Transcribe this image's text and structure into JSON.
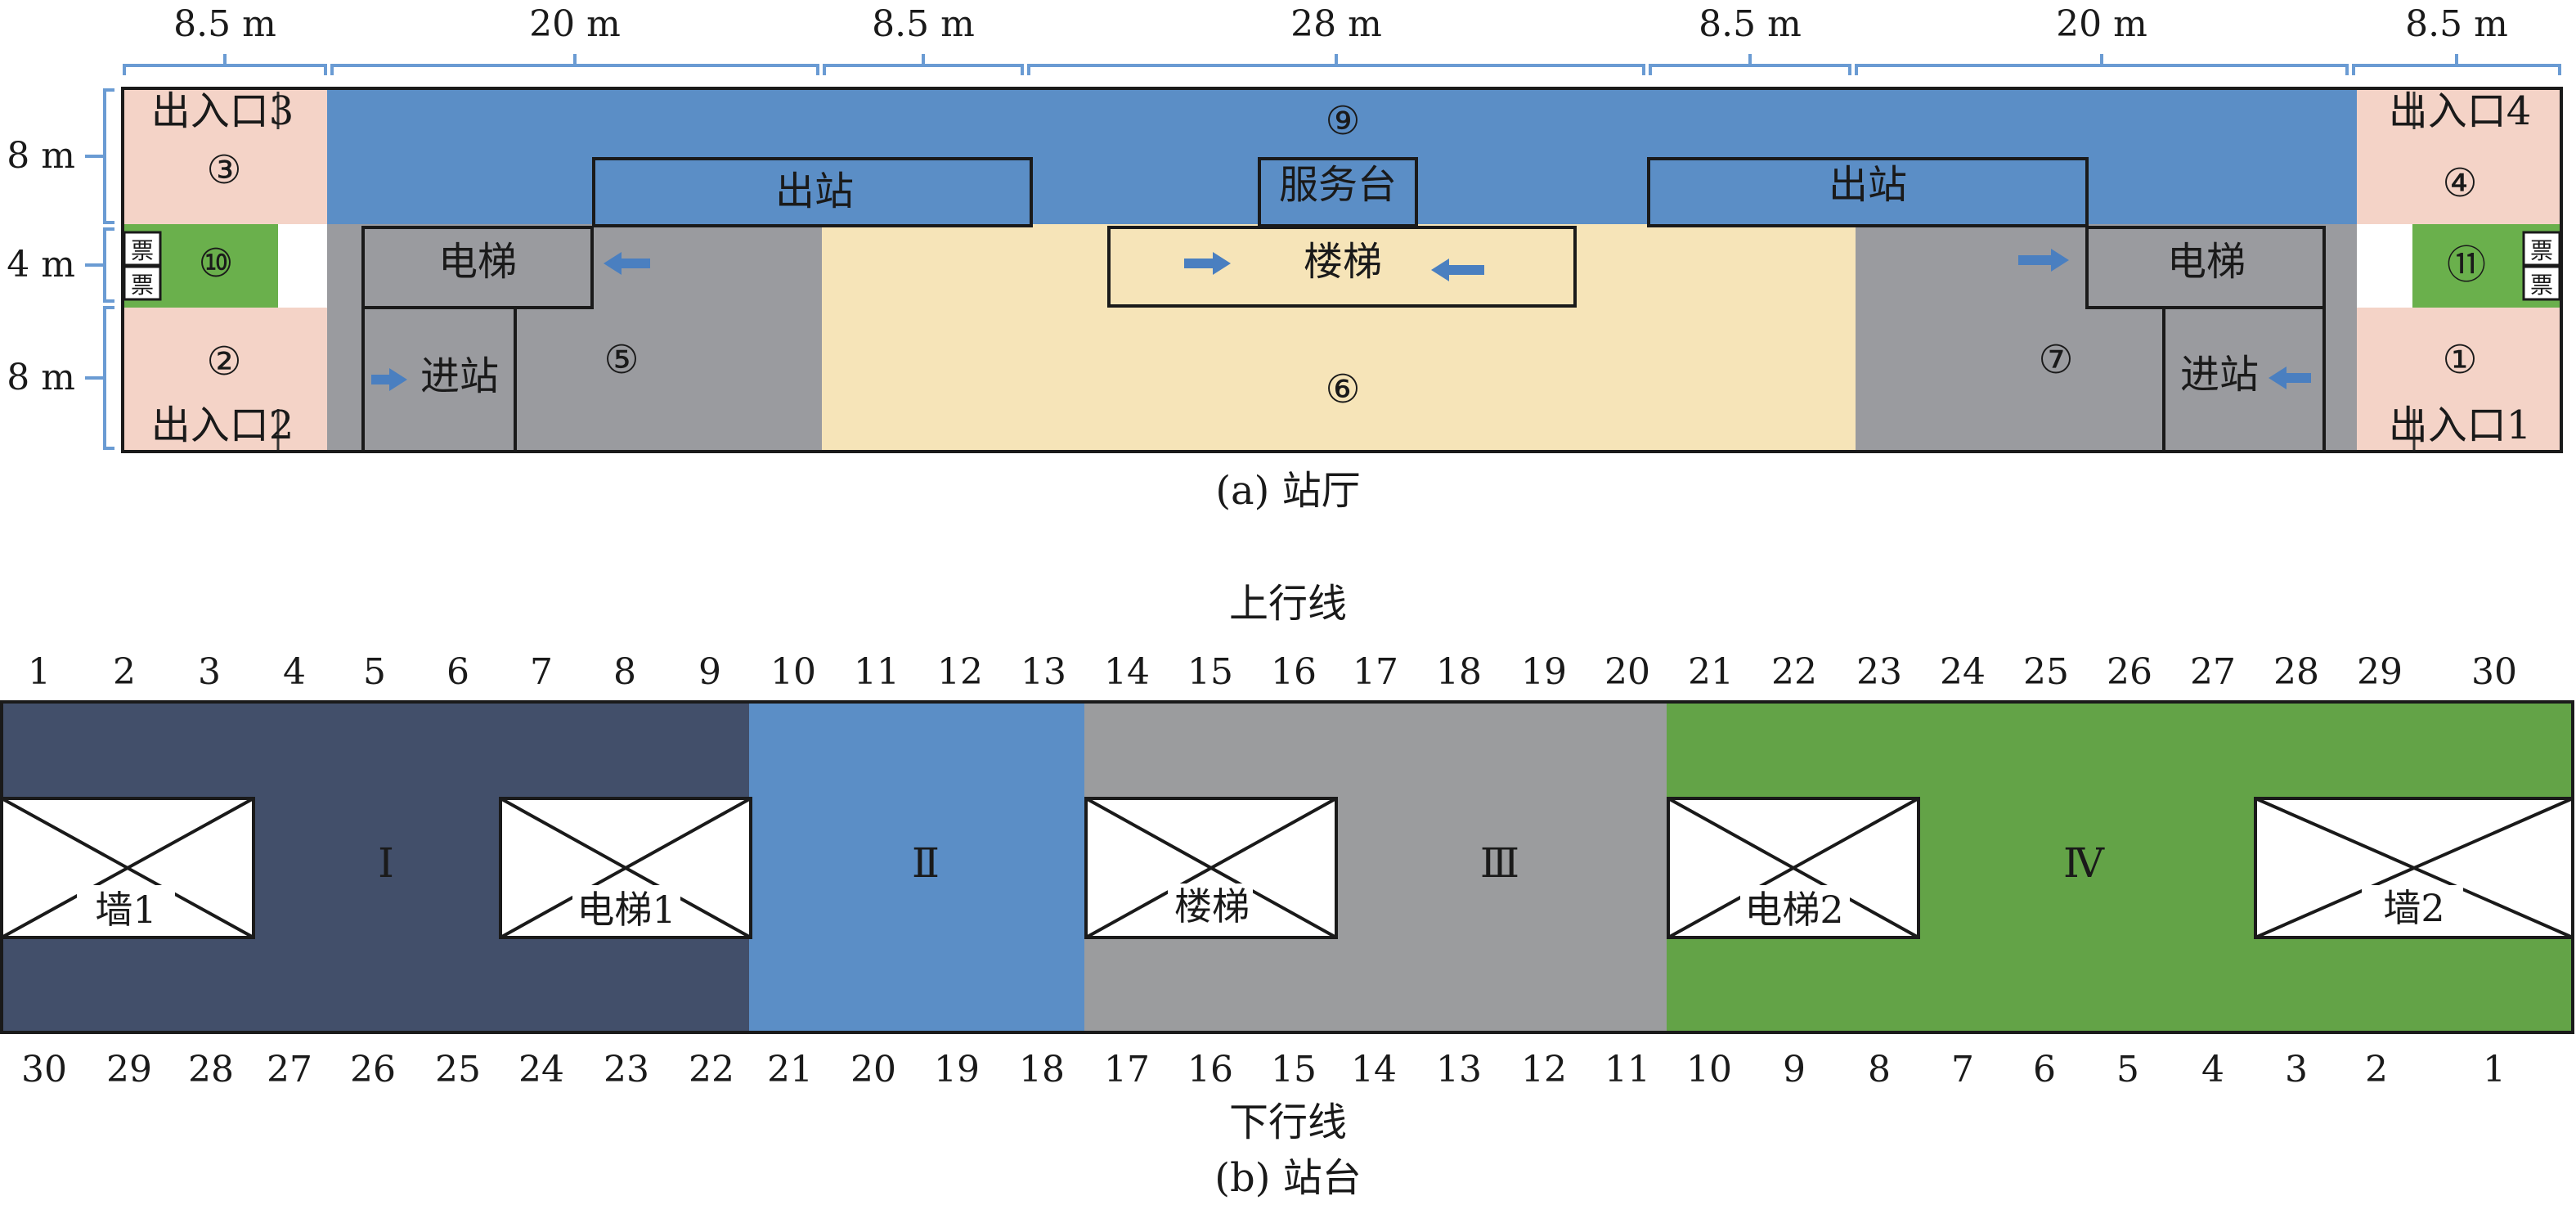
{
  "colors": {
    "entrance": "#f4d3c7",
    "ticket_green": "#6ab04c",
    "corridor_blue": "#5b8ec6",
    "concourse_gray": "#9a9b9f",
    "stair_cream": "#f6e4b8",
    "dim_blue": "#6a9bd3",
    "platform_zone1": "#424f6a",
    "platform_zone2": "#5b8ec6",
    "platform_zone3": "#9b9c9e",
    "platform_zone4": "#63a347"
  },
  "hall": {
    "caption": "(a) 站厅",
    "top_dims": [
      "8.5 m",
      "20 m",
      "8.5 m",
      "28 m",
      "8.5 m",
      "20 m",
      "8.5 m"
    ],
    "side_dims": [
      "8 m",
      "4 m",
      "8 m"
    ],
    "entrances": {
      "e1_label": "出入口1",
      "e1_num": "①",
      "e2_label": "出入口2",
      "e2_num": "②",
      "e3_label": "出入口3",
      "e3_num": "③",
      "e4_label": "出入口4",
      "e4_num": "④"
    },
    "ticket": "票",
    "areas": {
      "a5": "⑤",
      "a6": "⑥",
      "a7": "⑦",
      "a9": "⑨",
      "a10": "⑩",
      "a11": "⑪"
    },
    "labels": {
      "exit": "出站",
      "service": "服务台",
      "elevator": "电梯",
      "stairs": "楼梯",
      "entry": "进站"
    }
  },
  "platform": {
    "caption": "(b) 站台",
    "up_line": "上行线",
    "down_line": "下行线",
    "top_numbers": [
      "1",
      "2",
      "3",
      "4",
      "5",
      "6",
      "7",
      "8",
      "9",
      "10",
      "11",
      "12",
      "13",
      "14",
      "15",
      "16",
      "17",
      "18",
      "19",
      "20",
      "21",
      "22",
      "23",
      "24",
      "25",
      "26",
      "27",
      "28",
      "29",
      "30"
    ],
    "bottom_numbers": [
      "30",
      "29",
      "28",
      "27",
      "26",
      "25",
      "24",
      "23",
      "22",
      "21",
      "20",
      "19",
      "18",
      "17",
      "16",
      "15",
      "14",
      "13",
      "12",
      "11",
      "10",
      "9",
      "8",
      "7",
      "6",
      "5",
      "4",
      "3",
      "2",
      "1"
    ],
    "zones": [
      "Ⅰ",
      "Ⅱ",
      "Ⅲ",
      "Ⅳ"
    ],
    "obstacles": [
      "墙1",
      "电梯1",
      "楼梯",
      "电梯2",
      "墙2"
    ]
  }
}
